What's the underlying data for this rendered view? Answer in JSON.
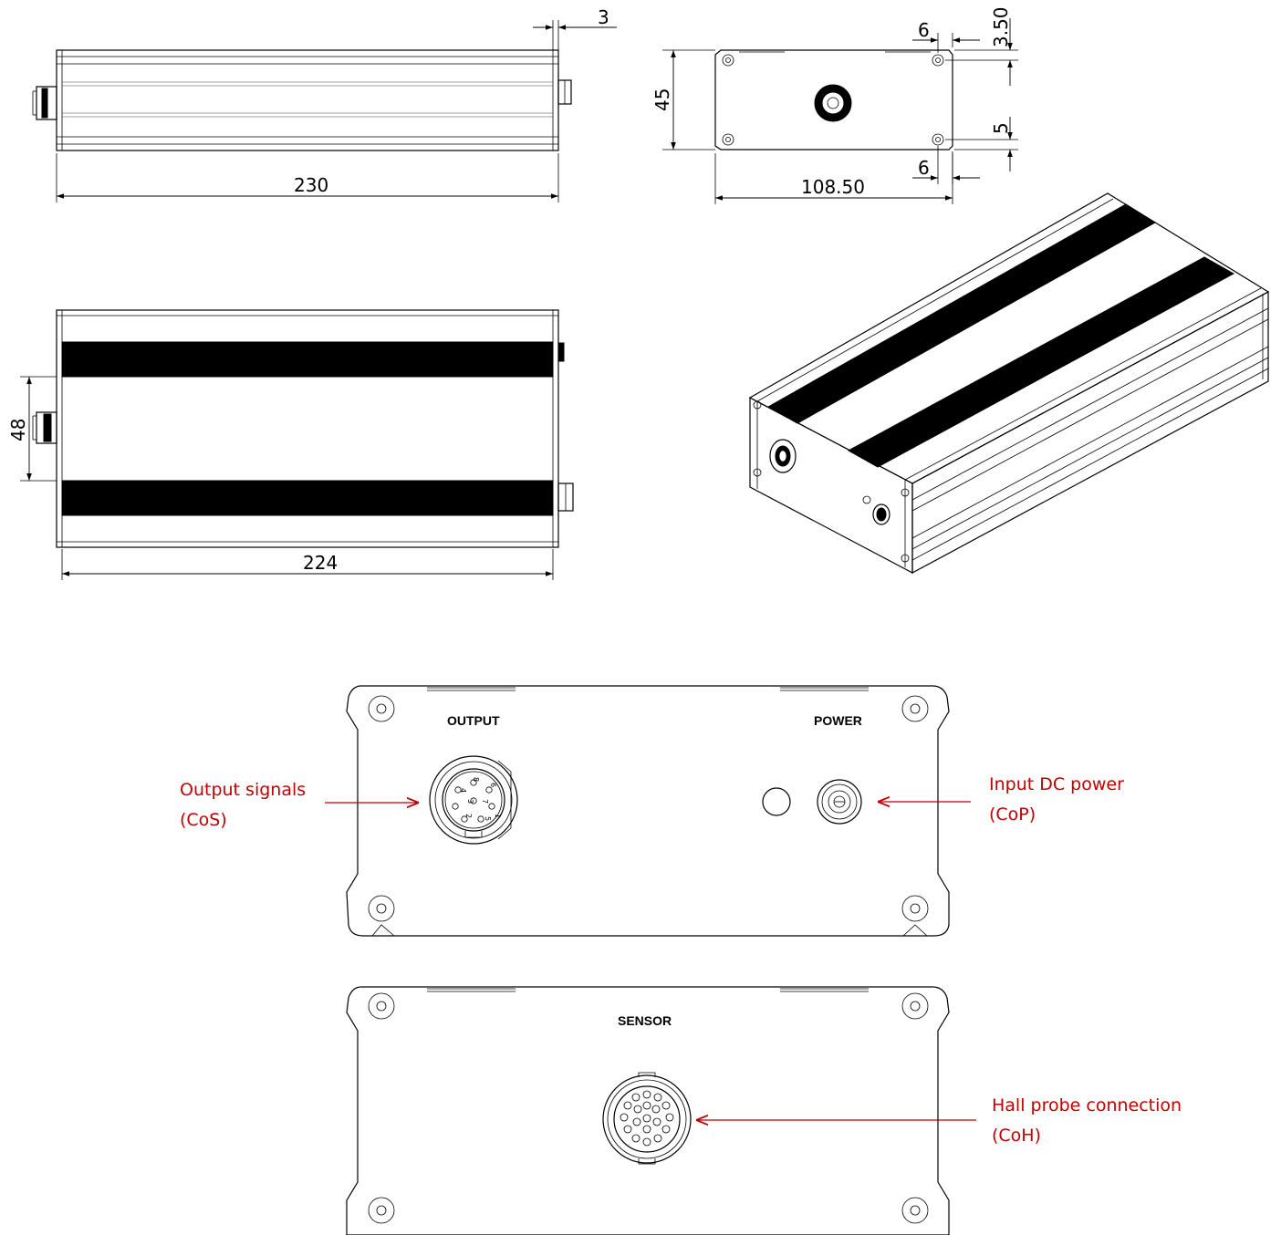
{
  "dimensions": {
    "side_length": "230",
    "side_end_offset": "3",
    "end_height": "45",
    "end_width": "108.50",
    "end_hole_top": "3.50",
    "end_hole_side_top": "6",
    "end_hole_bottom": "5",
    "end_hole_side_bottom": "6",
    "top_length": "224",
    "top_offset": "48"
  },
  "panels": {
    "front_output_label": "OUTPUT",
    "front_power_label": "POWER",
    "rear_sensor_label": "SENSOR"
  },
  "annotations": {
    "output_line1": "Output signals",
    "output_line2": "(CoS)",
    "power_line1": "Input DC power",
    "power_line2": "(CoP)",
    "hall_line1": "Hall probe connection",
    "hall_line2": "(CoH)"
  },
  "connector_pins": [
    "1",
    "2",
    "3",
    "4",
    "5",
    "6",
    "7",
    "8"
  ],
  "colors": {
    "annotation": "#c00000",
    "line": "#000000"
  }
}
